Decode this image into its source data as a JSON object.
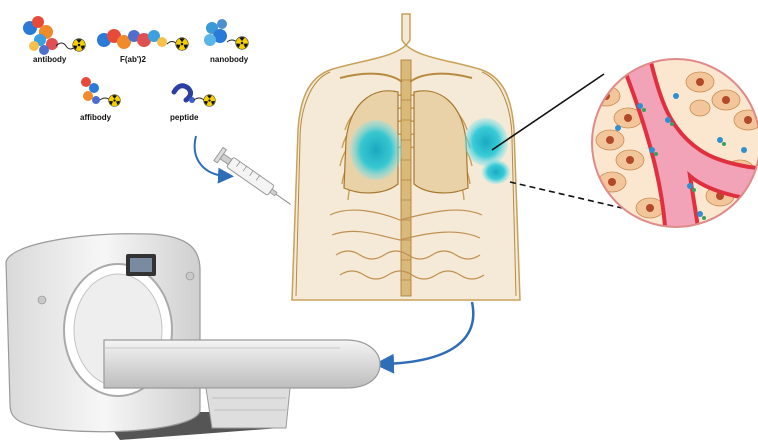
{
  "probes": [
    {
      "id": "antibody",
      "label": "antibody"
    },
    {
      "id": "fab2",
      "label": "F(ab')2"
    },
    {
      "id": "nanobody",
      "label": "nanobody"
    },
    {
      "id": "affibody",
      "label": "affibody"
    },
    {
      "id": "peptide",
      "label": "peptide"
    }
  ],
  "icons": {
    "radioactive": "radioactive-icon",
    "syringe": "syringe-icon",
    "scanner": "pet-ct-scanner",
    "torso": "human-torso",
    "zoom": "tissue-magnifier"
  },
  "colors": {
    "radiation_yellow": "#f5d000",
    "tumor_cyan": "#19c6d8",
    "anatomy_gold": "#c9a15a",
    "arrow_blue": "#2f6db8",
    "vessel_pink": "#f2a3b8",
    "vessel_red": "#e03040",
    "zoom_border": "#e08a8a"
  }
}
